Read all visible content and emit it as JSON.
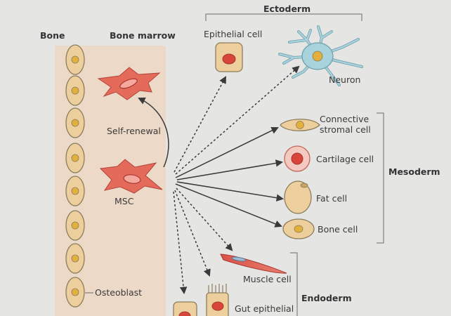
{
  "labels": {
    "bone": "Bone",
    "bone_marrow": "Bone marrow",
    "ectoderm": "Ectoderm",
    "epithelial_cell": "Epithelial cell",
    "neuron": "Neuron",
    "self_renewal": "Self-renewal",
    "msc": "MSC",
    "connective_line1": "Connective",
    "connective_line2": "stromal cell",
    "cartilage_cell": "Cartilage cell",
    "fat_cell": "Fat cell",
    "bone_cell": "Bone cell",
    "mesoderm": "Mesoderm",
    "muscle_cell": "Muscle cell",
    "endoderm": "Endoderm",
    "osteoblast": "Osteoblast",
    "gut_epithelial": "Gut epithelial"
  },
  "colors": {
    "background": "#e5e5e3",
    "marrow_band": "#ecd9c8",
    "osteoblast_fill": "#eccf9c",
    "osteoblast_stroke": "#8c7d5c",
    "nucleus_yellow": "#e2b13d",
    "msc_fill": "#e46a5a",
    "neuron_fill": "#a9d3dc",
    "arrow": "#3a3a3a"
  }
}
